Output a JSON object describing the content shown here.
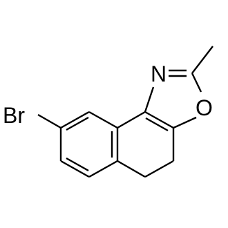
{
  "molecule": {
    "atoms": {
      "br": "Br",
      "n": "N",
      "o": "O"
    },
    "colors": {
      "bond": "#000000",
      "label": "#000000",
      "background": "#ffffff"
    }
  }
}
